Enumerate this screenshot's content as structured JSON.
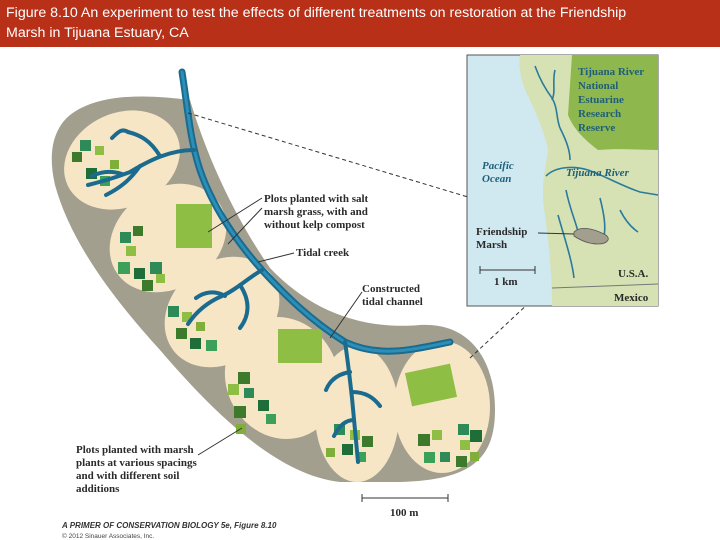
{
  "title": {
    "line1": "Figure 8.10 An experiment to test the effects of different treatments on restoration at the Friendship",
    "line2": "Marsh in Tijuana Estuary, CA"
  },
  "colors": {
    "title_bg": "#b83018",
    "cell_fill": "#f6e6c6",
    "marsh_fill": "#a39f8f",
    "channel": "#1b6b8f",
    "plot_green": "#8fbe45",
    "map_land": "#d7e2b4",
    "map_ocean": "#d0e9f1",
    "map_reserve": "#8eb74d"
  },
  "labels": {
    "salt_marsh_line1": "Plots planted with salt",
    "salt_marsh_line2": "marsh grass, with and",
    "salt_marsh_line3": "without kelp compost",
    "tidal_creek": "Tidal creek",
    "constructed_line1": "Constructed",
    "constructed_line2": "tidal channel",
    "marsh_plants_line1": "Plots planted with marsh",
    "marsh_plants_line2": "plants at various spacings",
    "marsh_plants_line3": "and with different soil",
    "marsh_plants_line4": "additions",
    "scale_100m": "100 m"
  },
  "inset_map": {
    "reserve_line1": "Tijuana River",
    "reserve_line2": "National",
    "reserve_line3": "Estuarine",
    "reserve_line4": "Research",
    "reserve_line5": "Reserve",
    "ocean_line1": "Pacific",
    "ocean_line2": "Ocean",
    "river": "Tijuana River",
    "marsh_line1": "Friendship",
    "marsh_line2": "Marsh",
    "scale": "1 km",
    "usa": "U.S.A.",
    "mexico": "Mexico"
  },
  "credit": {
    "book": "A PRIMER OF CONSERVATION BIOLOGY 5e, Figure 8.10",
    "copyright": "© 2012 Sinauer Associates, Inc."
  }
}
